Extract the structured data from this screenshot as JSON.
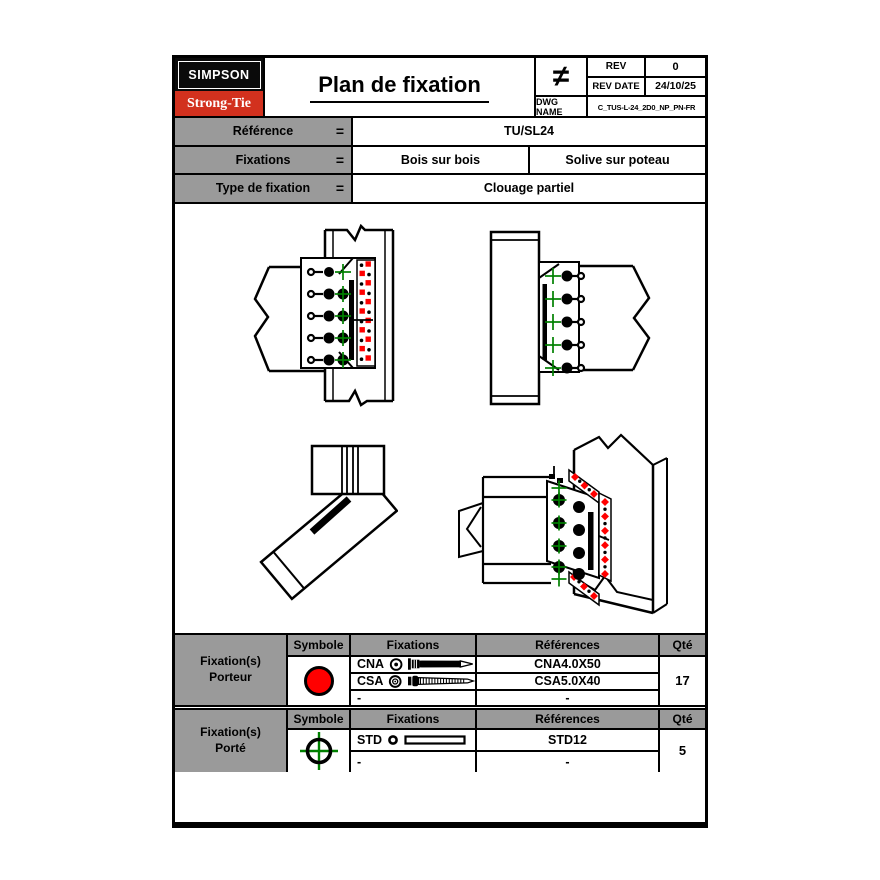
{
  "header": {
    "logo": {
      "top": "SIMPSON",
      "bottom": "Strong-Tie"
    },
    "title": "Plan de fixation",
    "projection_symbol": "≠",
    "rev": {
      "label": "REV",
      "value": "0"
    },
    "rev_date": {
      "label": "REV DATE",
      "value": "24/10/25"
    },
    "dwg": {
      "label": "DWG NAME",
      "value": "C_TUS-L-24_2D0_NP_PN-FR"
    }
  },
  "info_rows": [
    {
      "label": "Référence",
      "eq": "=",
      "values": [
        "TU/SL24"
      ]
    },
    {
      "label": "Fixations",
      "eq": "=",
      "values": [
        "Bois sur bois",
        "Solive sur poteau"
      ]
    },
    {
      "label": "Type de fixation",
      "eq": "=",
      "values": [
        "Clouage partiel"
      ]
    }
  ],
  "fixation_tables": {
    "headers": {
      "symbole": "Symbole",
      "fixations": "Fixations",
      "references": "Références",
      "qty": "Qté"
    },
    "porteur": {
      "group_line1": "Fixation(s)",
      "group_line2": "Porteur",
      "symbol": "red-filled-circle",
      "rows": [
        {
          "code": "CNA",
          "reference": "CNA4.0X50"
        },
        {
          "code": "CSA",
          "reference": "CSA5.0X40"
        },
        {
          "code": "-",
          "reference": "-"
        }
      ],
      "qty": "17"
    },
    "porte": {
      "group_line1": "Fixation(s)",
      "group_line2": "Porté",
      "symbol": "green-crosshair-circle",
      "rows": [
        {
          "code": "STD",
          "reference": "STD12"
        },
        {
          "code": "-",
          "reference": "-"
        }
      ],
      "qty": "5"
    }
  },
  "colors": {
    "table_grey": "#9a9a9a",
    "logo_red": "#d2311e",
    "symbol_red": "#ff0000",
    "symbol_green": "#008000",
    "hatch_red": "#ff0000"
  }
}
